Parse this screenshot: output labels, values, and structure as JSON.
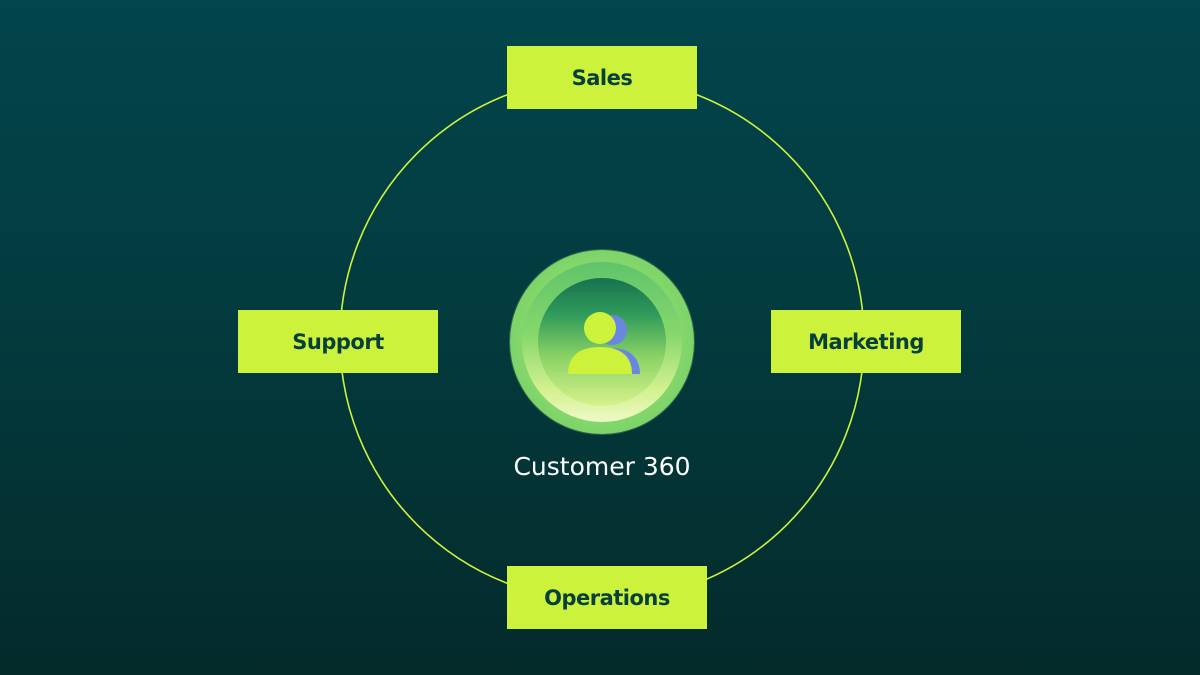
{
  "diagram": {
    "center": {
      "label": "Customer 360",
      "icon": "people-icon"
    },
    "nodes": {
      "top": "Sales",
      "left": "Support",
      "right": "Marketing",
      "bottom": "Operations"
    }
  },
  "colors": {
    "background": "#033a3d",
    "accent": "#cdf23b",
    "node_text": "#073f3a",
    "ring": "#cdf23b",
    "icon_front": "#cdf23b",
    "icon_back": "#6b86e0"
  }
}
